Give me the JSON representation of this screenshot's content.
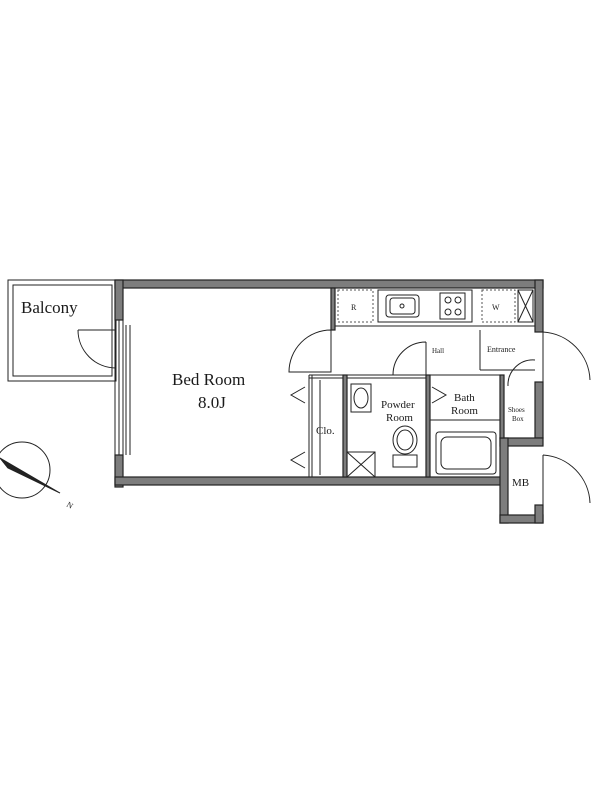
{
  "rooms": {
    "balcony": "Balcony",
    "bedroom_name": "Bed Room",
    "bedroom_size": "8.0J",
    "closet": "Clo.",
    "powder_room_line1": "Powder",
    "powder_room_line2": "Room",
    "bath_room_line1": "Bath",
    "bath_room_line2": "Room",
    "hall": "Hall",
    "entrance": "Entrance",
    "shoes_box_line1": "Shoes",
    "shoes_box_line2": "Box",
    "mb": "MB"
  },
  "fixtures": {
    "refrigerator": "R",
    "washer": "W"
  },
  "compass": {
    "north": "N"
  },
  "colors": {
    "wall": "#7d7d7d",
    "line": "#222222",
    "background": "#ffffff"
  }
}
